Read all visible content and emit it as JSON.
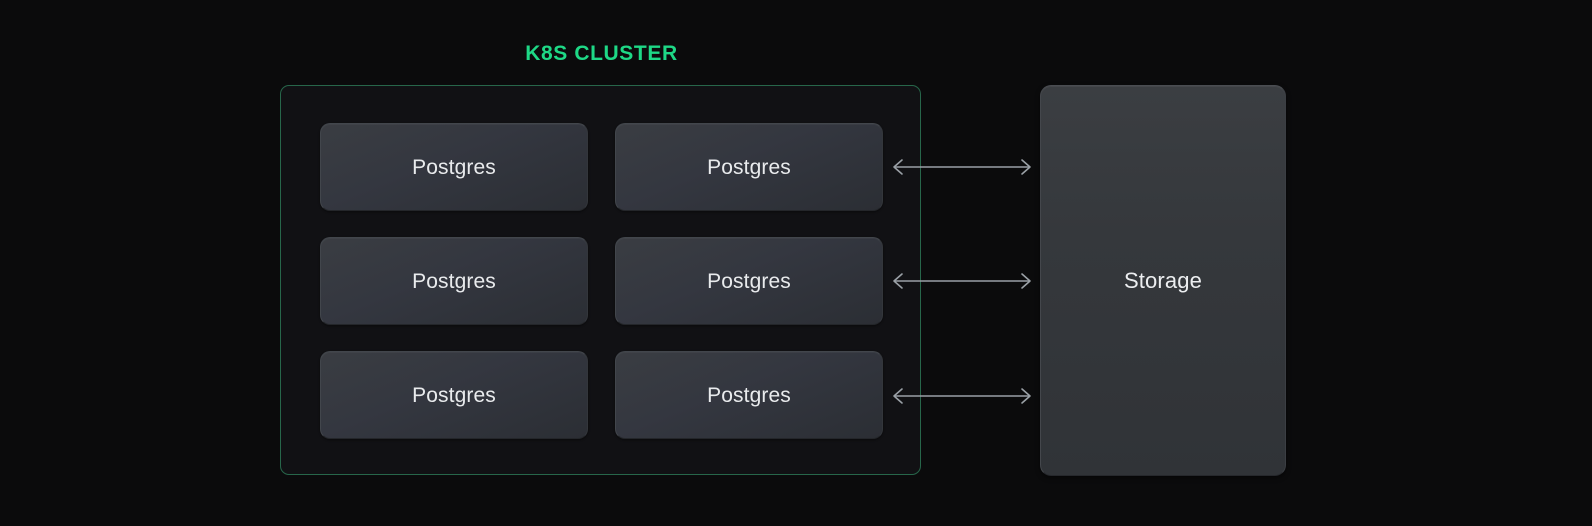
{
  "diagram": {
    "title": "K8S CLUSTER",
    "accent_color": "#1ed886",
    "background_color": "#0b0b0c",
    "cluster": {
      "label": "K8S CLUSTER",
      "border_color": "#27664a",
      "fill_color": "#111114",
      "pods": [
        {
          "label": "Postgres"
        },
        {
          "label": "Postgres"
        },
        {
          "label": "Postgres"
        },
        {
          "label": "Postgres"
        },
        {
          "label": "Postgres"
        },
        {
          "label": "Postgres"
        }
      ]
    },
    "storage": {
      "label": "Storage",
      "fill_color": "#35383c"
    },
    "connectors": [
      {
        "name": "pod-row-1-to-storage",
        "direction": "bidirectional",
        "color": "#9aa0a6"
      },
      {
        "name": "pod-row-2-to-storage",
        "direction": "bidirectional",
        "color": "#9aa0a6"
      },
      {
        "name": "pod-row-3-to-storage",
        "direction": "bidirectional",
        "color": "#9aa0a6"
      }
    ]
  }
}
